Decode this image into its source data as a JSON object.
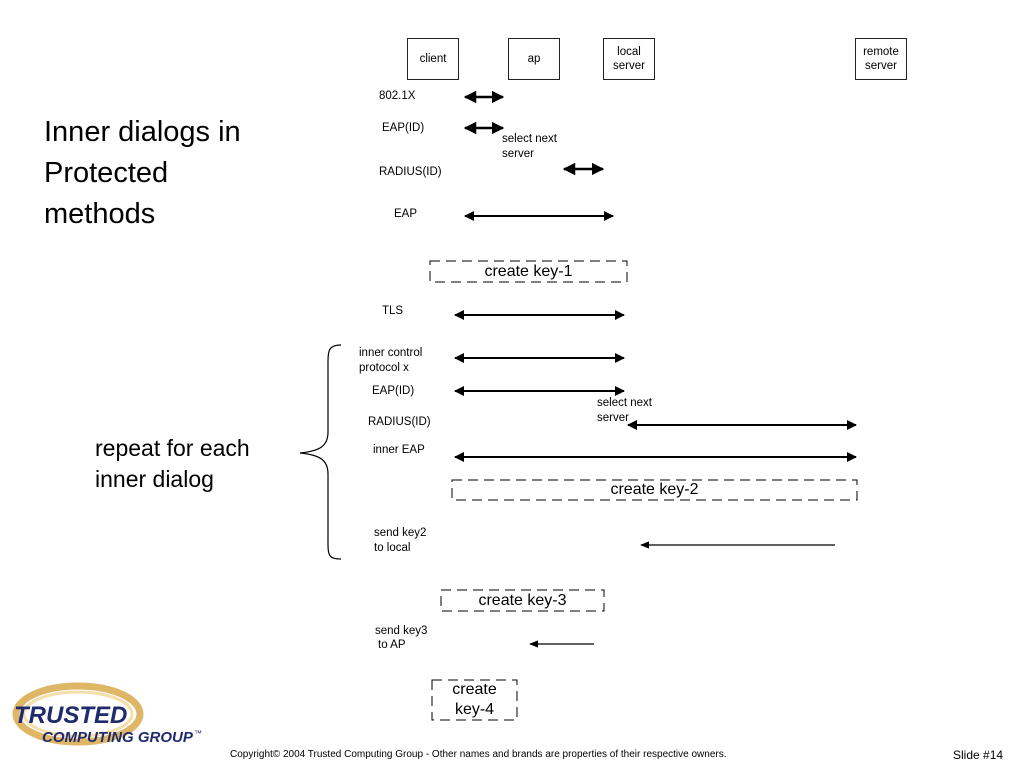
{
  "slide": {
    "title": "Inner dialogs in Protected methods",
    "repeat_note": "repeat for each inner dialog",
    "copyright": "Copyright© 2004 Trusted Computing Group - Other names and brands are properties of their respective owners.",
    "slide_number": "Slide #14"
  },
  "logo": {
    "line1": "TRUSTED",
    "line2": "COMPUTING GROUP",
    "tm": "™"
  },
  "entities": {
    "client": "client",
    "ap": "ap",
    "local_l1": "local",
    "local_l2": "server",
    "remote_l1": "remote",
    "remote_l2": "server"
  },
  "messages": {
    "m8021x": "802.1X",
    "eap_id_1": "EAP(ID)",
    "select_next_1": "select next",
    "select_next_1b": "server",
    "radius_id_1": "RADIUS(ID)",
    "eap": "EAP",
    "tls": "TLS",
    "inner_control_1": "inner control",
    "inner_control_2": "protocol x",
    "eap_id_2": "EAP(ID)",
    "select_next_2": "select next",
    "select_next_2b": "server",
    "radius_id_2": "RADIUS(ID)",
    "inner_eap": "inner EAP",
    "send_key2_1": "send key2",
    "send_key2_2": "to local",
    "send_key3_1": "send key3",
    "send_key3_2": "to AP"
  },
  "keys": {
    "key1": "create key-1",
    "key2": "create key-2",
    "key3": "create key-3",
    "key4_1": "create",
    "key4_2": "key-4"
  }
}
